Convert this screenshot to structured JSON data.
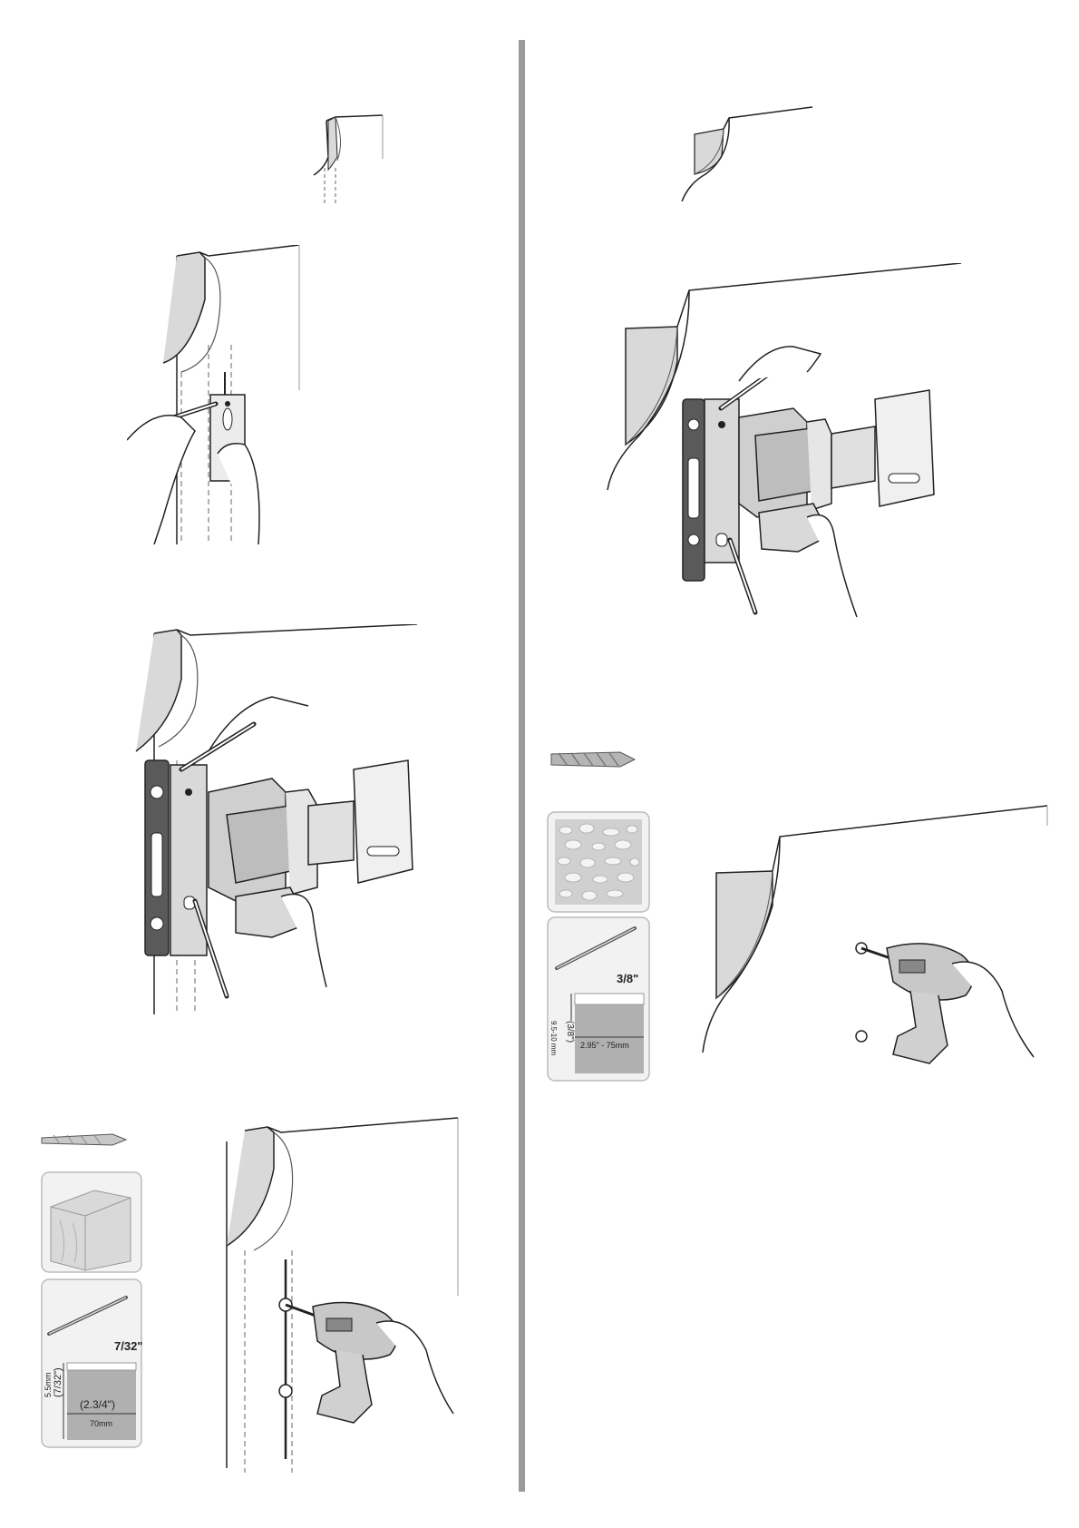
{
  "left_column": {
    "drill_bit_size": "7/32\"",
    "wood_hole_diameter": "(7/32\")",
    "wood_hole_diameter_mm": "5.5mm",
    "wood_hole_depth": "(2.3/4\")",
    "wood_hole_depth_mm": "70mm"
  },
  "right_column": {
    "drill_bit_size": "3/8\"",
    "masonry_hole_diameter": "(3/8\")",
    "masonry_hole_diameter_mm": "9.5-10 mm",
    "masonry_hole_depth": "2.95\" - 75mm"
  },
  "colors": {
    "line": "#222222",
    "fill_light": "#d9d9d9",
    "fill_mid": "#bdbdbd",
    "fill_dark": "#5a5a5a",
    "divider": "#9a9a9a",
    "drill_gray": "#c8c8c8"
  }
}
